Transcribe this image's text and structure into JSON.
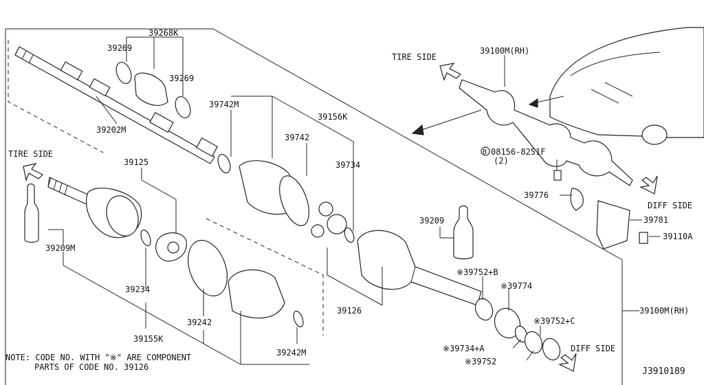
{
  "diagram_code": "J3910189",
  "labels": {
    "p39268K": "39268K",
    "p39269_a": "39269",
    "p39269_b": "39269",
    "p39202M": "39202M",
    "p39742M": "39742M",
    "p39742": "39742",
    "p39156K": "39156K",
    "p39734": "39734",
    "p39125": "39125",
    "p39209M": "39209M",
    "p39234": "39234",
    "p39155K": "39155K",
    "p39242": "39242",
    "p39242M": "39242M",
    "p39126": "39126",
    "p39209": "39209",
    "p39752B": "※39752+B",
    "p39774": "※39774",
    "p39752C": "※39752+C",
    "p39734A": "※39734+A",
    "p39752": "※39752",
    "p39100M_top": "39100M(RH)",
    "p39100M_right": "39100M(RH)",
    "p08156": "08156-8251F",
    "p08156_qty": "(2)",
    "p39776": "39776",
    "p39781": "39781",
    "p39110A": "39110A"
  },
  "circled_prefix": "B",
  "directions": {
    "tire_side_left": "TIRE SIDE",
    "tire_side_top": "TIRE SIDE",
    "diff_side_right": "DIFF SIDE",
    "diff_side_bottom": "DIFF SIDE"
  },
  "note": {
    "line1": "NOTE: CODE NO. WITH \"※\" ARE COMPONENT",
    "line2": "PARTS OF CODE NO. 39126"
  }
}
